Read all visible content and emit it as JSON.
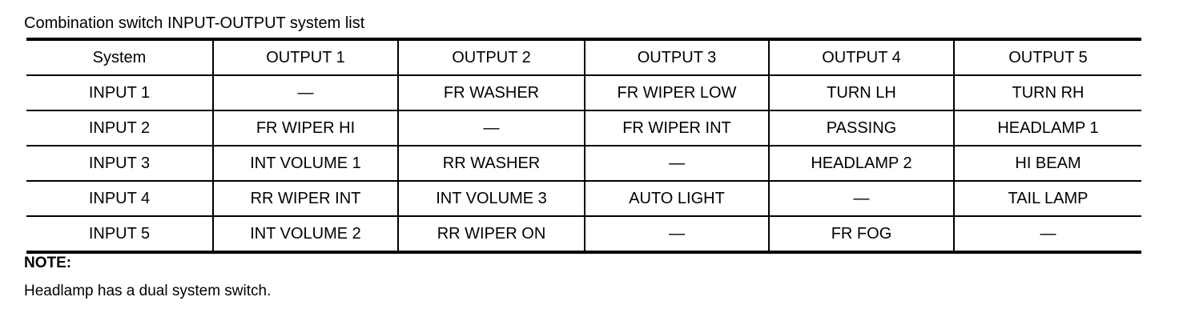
{
  "document": {
    "title": "Combination switch INPUT-OUTPUT system list"
  },
  "table": {
    "columns": [
      "System",
      "OUTPUT 1",
      "OUTPUT 2",
      "OUTPUT 3",
      "OUTPUT 4",
      "OUTPUT 5"
    ],
    "empty_marker": "—",
    "rows": [
      {
        "system": "INPUT 1",
        "cells": [
          "—",
          "FR WASHER",
          "FR WIPER LOW",
          "TURN LH",
          "TURN RH"
        ]
      },
      {
        "system": "INPUT 2",
        "cells": [
          "FR WIPER HI",
          "—",
          "FR WIPER INT",
          "PASSING",
          "HEADLAMP 1"
        ]
      },
      {
        "system": "INPUT 3",
        "cells": [
          "INT VOLUME 1",
          "RR WASHER",
          "—",
          "HEADLAMP 2",
          "HI BEAM"
        ]
      },
      {
        "system": "INPUT 4",
        "cells": [
          "RR WIPER INT",
          "INT VOLUME 3",
          "AUTO LIGHT",
          "—",
          "TAIL LAMP"
        ]
      },
      {
        "system": "INPUT 5",
        "cells": [
          "INT VOLUME 2",
          "RR WIPER ON",
          "—",
          "FR FOG",
          "—"
        ]
      }
    ]
  },
  "note": {
    "label": "NOTE:",
    "text": "Headlamp has a dual system switch."
  },
  "colors": {
    "ink": "#000000",
    "paper": "#ffffff"
  }
}
